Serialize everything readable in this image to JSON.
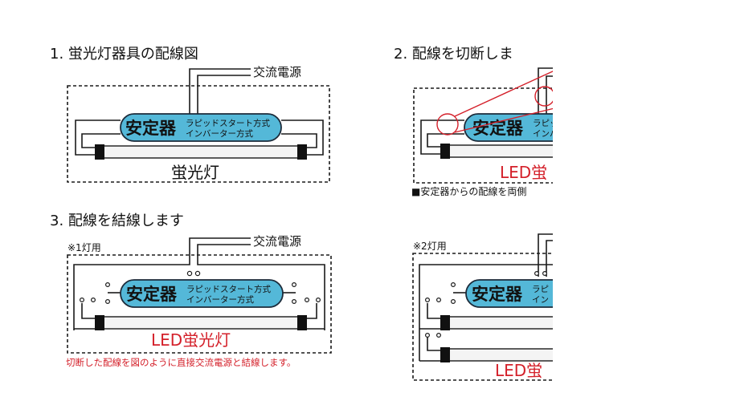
{
  "colors": {
    "ballast_fill": "#54b8d8",
    "ballast_stroke": "#1c2b3a",
    "line": "#1a1a1a",
    "red": "#d4202a",
    "tube_fill": "#f4f4f4",
    "background": "#ffffff"
  },
  "panel1": {
    "title": "1. 蛍光灯器具の配線図",
    "ac_label": "交流電源",
    "ballast_label": "安定器",
    "mode_line1": "ラピッドスタート方式",
    "mode_line2": "インバーター方式",
    "lamp_label": "蛍光灯"
  },
  "panel2": {
    "title": "2. 配線を切断しま",
    "ballast_label": "安定器",
    "mode_line1": "ラピッド",
    "mode_line2": "インバー",
    "lamp_label": "LED蛍",
    "note": "■安定器からの配線を両側"
  },
  "panel3": {
    "title": "3. 配線を結線します",
    "sub_label": "※1灯用",
    "ac_label": "交流電源",
    "ballast_label": "安定器",
    "mode_line1": "ラピッドスタート方式",
    "mode_line2": "インバーター方式",
    "lamp_label": "LED蛍光灯",
    "note": "切断した配線を図のように直接交流電源と結線します。"
  },
  "panel4": {
    "sub_label": "※2灯用",
    "ballast_label": "安定器",
    "mode_line1": "ラピ",
    "mode_line2": "イン",
    "lamp_label": "LED蛍"
  }
}
